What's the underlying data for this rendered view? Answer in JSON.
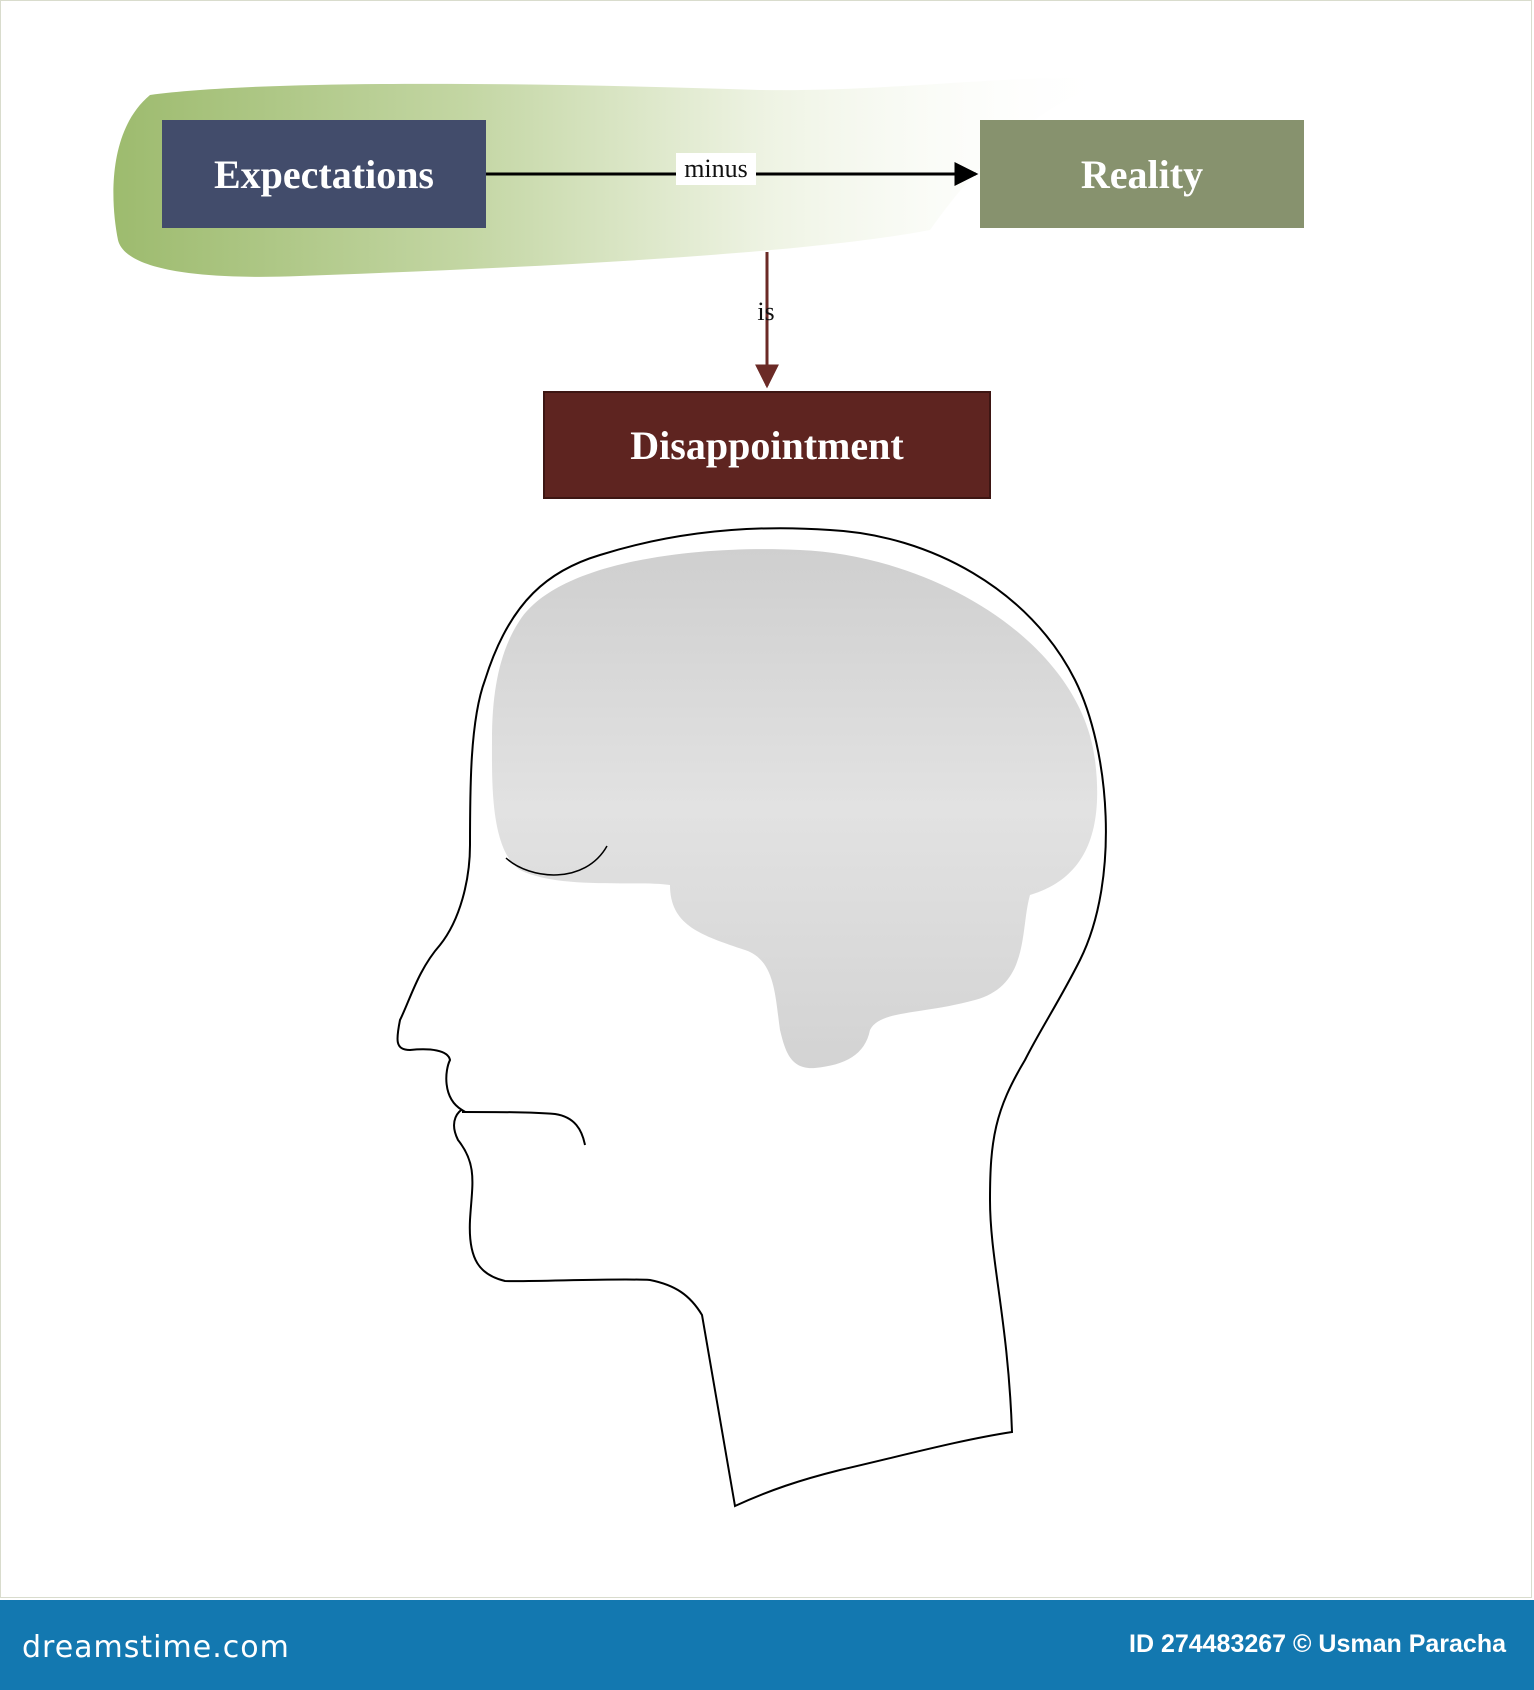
{
  "diagram": {
    "nodes": {
      "expectations": "Expectations",
      "reality": "Reality",
      "disappointment": "Disappointment"
    },
    "edges": {
      "expectations_to_reality": "minus",
      "to_disappointment": "is"
    },
    "colors": {
      "expectations_box": "#424c6b",
      "reality_box": "#87926e",
      "disappointment_box": "#5e2420",
      "highlight_band": "#9dbb6e",
      "brain_fill": "#d7d7d7",
      "arrow_down": "#6b2a26"
    }
  },
  "footer": {
    "brand": "dreamstime.com",
    "credit": "ID 274483267 © Usman Paracha"
  }
}
